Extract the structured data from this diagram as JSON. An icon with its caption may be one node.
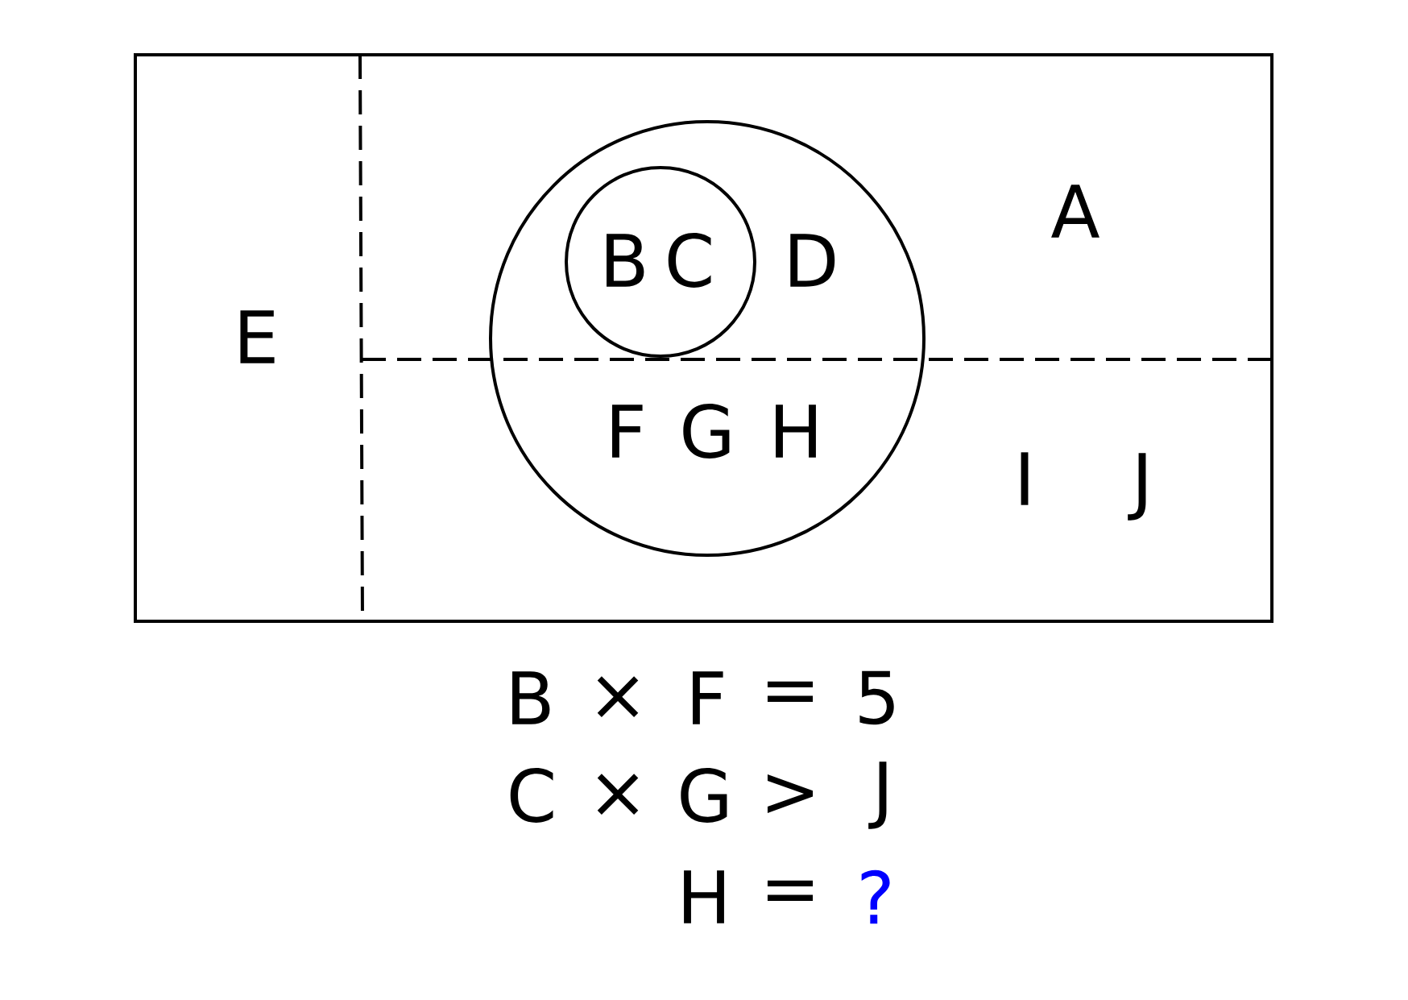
{
  "diagram": {
    "nodes": [
      {
        "text": [
          "A",
          "E",
          "I",
          "J"
        ]
      },
      {
        "text": [
          "D",
          "F",
          "G",
          "H"
        ],
        "in": 0
      },
      {
        "text": [
          "B",
          "C"
        ],
        "in": 1
      }
    ],
    "edges": [],
    "labels": [
      "B",
      "×",
      "F",
      "=",
      "5",
      "C",
      "×",
      "G",
      ">",
      "J",
      "H",
      "=",
      "?"
    ]
  }
}
